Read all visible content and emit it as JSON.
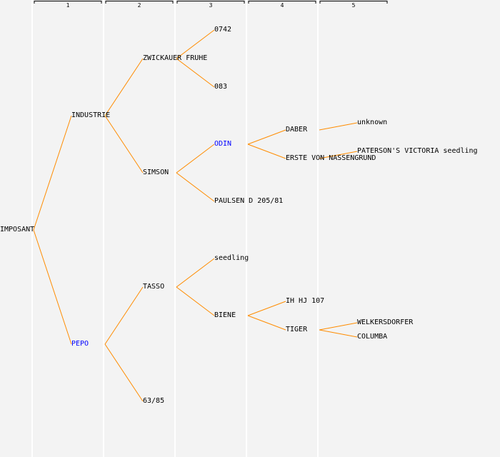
{
  "generations": [
    "1",
    "2",
    "3",
    "4",
    "5"
  ],
  "colors": {
    "line": "#ff8c00",
    "highlight": "#0000ff",
    "separator": "#ffffff"
  },
  "tree": {
    "name": "IMPOSANT",
    "gen": 0,
    "row": 16,
    "children": [
      {
        "name": "INDUSTRIE",
        "gen": 1,
        "row": 8,
        "children": [
          {
            "name": "ZWICKAUER FRUHE",
            "gen": 2,
            "row": 4,
            "children": [
              {
                "name": "0742",
                "gen": 3,
                "row": 2
              },
              {
                "name": "083",
                "gen": 3,
                "row": 6
              }
            ]
          },
          {
            "name": "SIMSON",
            "gen": 2,
            "row": 12,
            "children": [
              {
                "name": "ODIN",
                "gen": 3,
                "row": 10,
                "highlight": true,
                "children": [
                  {
                    "name": "DABER",
                    "gen": 4,
                    "row": 9,
                    "children": [
                      {
                        "name": "unknown",
                        "gen": 5,
                        "row": 8.5
                      }
                    ]
                  },
                  {
                    "name": "ERSTE VON NASSENGRUND",
                    "gen": 4,
                    "row": 11,
                    "children": [
                      {
                        "name": "PATERSON'S VICTORIA seedling",
                        "gen": 5,
                        "row": 10.5
                      }
                    ]
                  }
                ]
              },
              {
                "name": "PAULSEN D 205/81",
                "gen": 3,
                "row": 14
              }
            ]
          }
        ]
      },
      {
        "name": "PEPO",
        "gen": 1,
        "row": 24,
        "highlight": true,
        "children": [
          {
            "name": "TASSO",
            "gen": 2,
            "row": 20,
            "children": [
              {
                "name": "seedling",
                "gen": 3,
                "row": 18
              },
              {
                "name": "BIENE",
                "gen": 3,
                "row": 22,
                "children": [
                  {
                    "name": "IH HJ 107",
                    "gen": 4,
                    "row": 21
                  },
                  {
                    "name": "TIGER",
                    "gen": 4,
                    "row": 23,
                    "children": [
                      {
                        "name": "WELKERSDORFER",
                        "gen": 5,
                        "row": 22.5
                      },
                      {
                        "name": "COLUMBA",
                        "gen": 5,
                        "row": 23.5
                      }
                    ]
                  }
                ]
              }
            ]
          },
          {
            "name": "63/85",
            "gen": 2,
            "row": 28
          }
        ]
      }
    ]
  }
}
